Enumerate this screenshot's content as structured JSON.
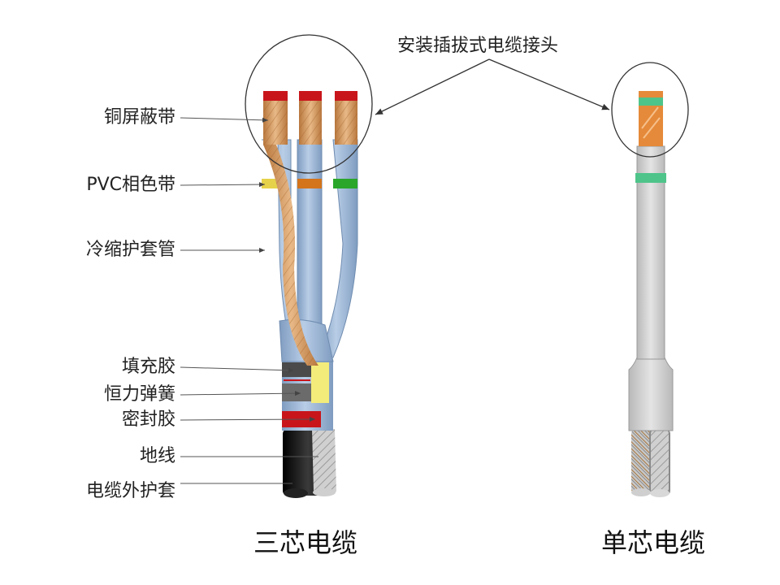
{
  "callout": "安装插拔式电缆接头",
  "labels": {
    "copper_shield": "铜屏蔽带",
    "pvc_color_band": "PVC相色带",
    "cold_shrink_tube": "冷缩护套管",
    "filler": "填充胶",
    "spring": "恒力弹簧",
    "sealant": "密封胶",
    "ground_wire": "地线",
    "outer_sheath": "电缆外护套"
  },
  "captions": {
    "three_core": "三芯电缆",
    "single_core": "单芯电缆"
  },
  "colors": {
    "copper": "#d9a36a",
    "copper_dark": "#b87a45",
    "tube_blue": "#9fb8d6",
    "tube_blue_dark": "#7f9cc0",
    "red_band": "#c8151b",
    "band_yellow": "#e6d24a",
    "band_orange": "#d4741b",
    "band_green": "#2aa62a",
    "teal_band": "#4ec48a",
    "orange_core": "#e58a3a",
    "grey_body": "#d6d6d6",
    "black_sheath": "#1a1a1a"
  }
}
